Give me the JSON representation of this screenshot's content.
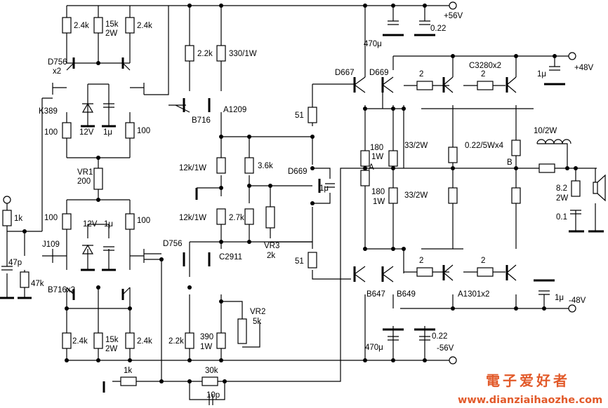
{
  "rails": {
    "pos56": "+56V",
    "neg56": "-56V",
    "pos48": "+48V",
    "neg48": "-48V"
  },
  "nodes": {
    "a": "A",
    "b": "B"
  },
  "input_stage": {
    "r_top_left": "2.4k",
    "r_top_mid": "15k",
    "r_top_mid2": "2W",
    "r_top_right": "2.4k",
    "q_top": "D756",
    "q_top_count": "x2",
    "jfet_top": "K389",
    "zener_top": "12V",
    "cap_top": "1μ",
    "r_src_left": "100",
    "r_src_right": "100",
    "vr1": "VR1",
    "vr1_val": "200",
    "r_src2_left": "100",
    "zener_bot": "12V",
    "cap_bot": "1μ",
    "r_src2_right": "100",
    "jfet_bot": "J109",
    "q_bot": "B716x2",
    "r_bot_left": "2.4k",
    "r_bot_mid": "15k",
    "r_bot_mid2": "2W",
    "r_bot_right": "2.4k",
    "r_in": "1k",
    "c_in": "47p",
    "r_in2": "47k"
  },
  "vas_stage": {
    "r1": "2.2k",
    "r2": "330/1W",
    "q_left": "B716",
    "q_right": "A1209",
    "r3": "12k/1W",
    "r4": "3.6k",
    "r5": "12k/1W",
    "r6": "2.7k",
    "q_bias": "D669",
    "c_bias": "1μ",
    "vr3": "VR3",
    "vr3_val": "2k",
    "q_low_left": "D756",
    "q_low_right": "C2911",
    "vr2": "VR2",
    "vr2_val": "5k",
    "r7": "2.2k",
    "r8": "390",
    "r8b": "1W",
    "r_fb_gnd": "1k",
    "r_fb": "30k",
    "c_fb": "10p"
  },
  "output_stage": {
    "c_pos": "470μ",
    "c_pos2": "0.22",
    "c_neg": "470μ",
    "c_neg2": "0.22",
    "q_drv_pos": "D667",
    "q_drv_pos2": "D669",
    "q_drv_neg": "B647",
    "q_drv_neg2": "B649",
    "r_51_top": "51",
    "r_51_bot": "51",
    "r_180_top": "180",
    "r_180_top2": "1W",
    "r_180_bot": "180",
    "r_180_bot2": "1W",
    "r_33_top": "33/2W",
    "r_33_bot": "33/2W",
    "r_2a": "2",
    "r_2b": "2",
    "r_2c": "2",
    "r_2d": "2",
    "q_out_pos": "C3280x2",
    "q_out_neg": "A1301x2",
    "r_emit": "0.22/5Wx4",
    "c_48_pos": "1μ",
    "c_48_neg": "1μ",
    "l_out": "10/2W",
    "zobel_r": "8.2",
    "zobel_r2": "2W",
    "zobel_c": "0.1"
  },
  "watermark": {
    "cn": "電子爱好者",
    "url": "www.dianziaihaozhe.com"
  }
}
